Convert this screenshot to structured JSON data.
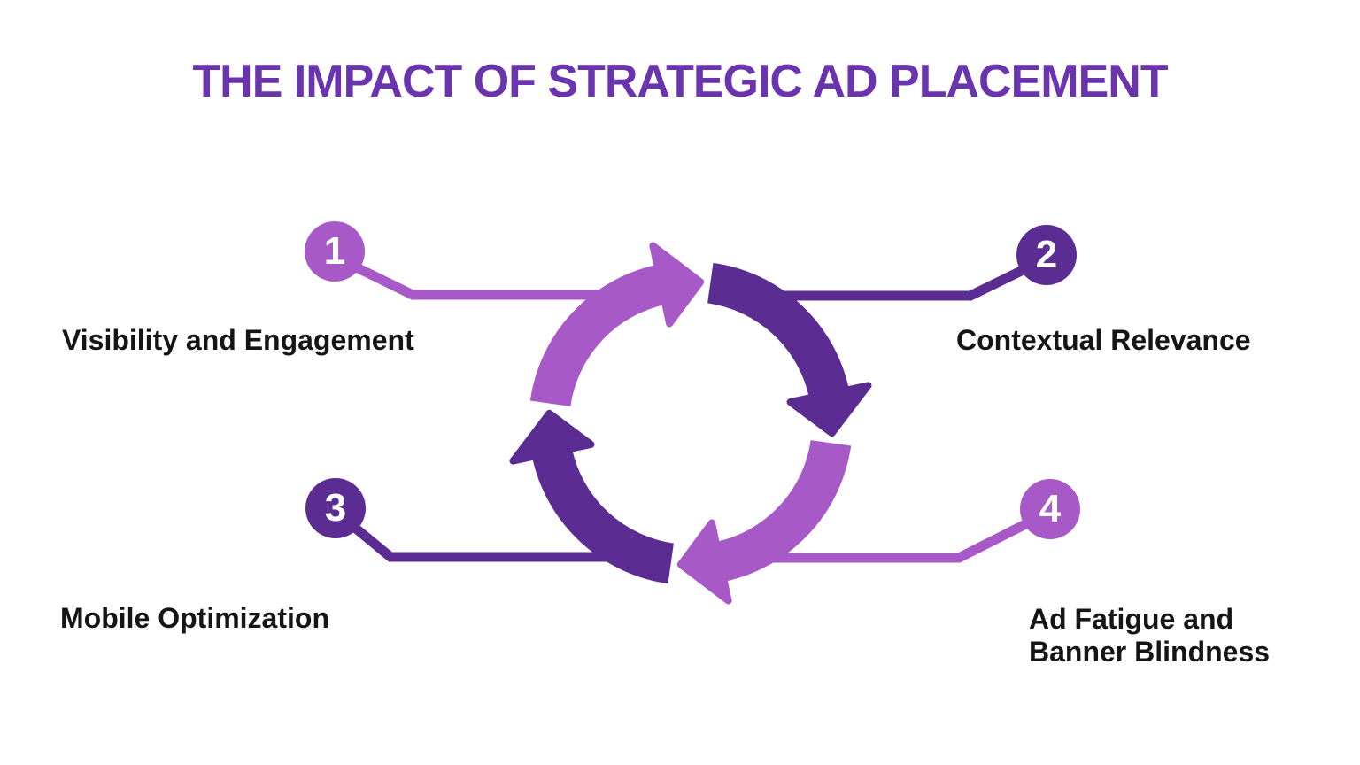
{
  "title": "THE IMPACT OF STRATEGIC AD PLACEMENT",
  "colors": {
    "bg": "#FFFFFF",
    "title_purple": "#6A34AE",
    "light_purple": "#A759C7",
    "dark_purple": "#5B2C92",
    "label_text": "#151515",
    "badge_text": "#FFFFFF"
  },
  "diagram": {
    "type": "cycle",
    "arrow_count": 4,
    "direction": "clockwise",
    "cycle_icon": "circular-arrows"
  },
  "items": [
    {
      "number": "1",
      "label": "Visibility and Engagement",
      "color_variant": "light",
      "position": "top-left"
    },
    {
      "number": "2",
      "label": "Contextual Relevance",
      "color_variant": "dark",
      "position": "top-right"
    },
    {
      "number": "3",
      "label": "Mobile Optimization",
      "color_variant": "dark",
      "position": "bottom-left"
    },
    {
      "number": "4",
      "label": "Ad Fatigue and\nBanner Blindness",
      "color_variant": "light",
      "position": "bottom-right"
    }
  ]
}
